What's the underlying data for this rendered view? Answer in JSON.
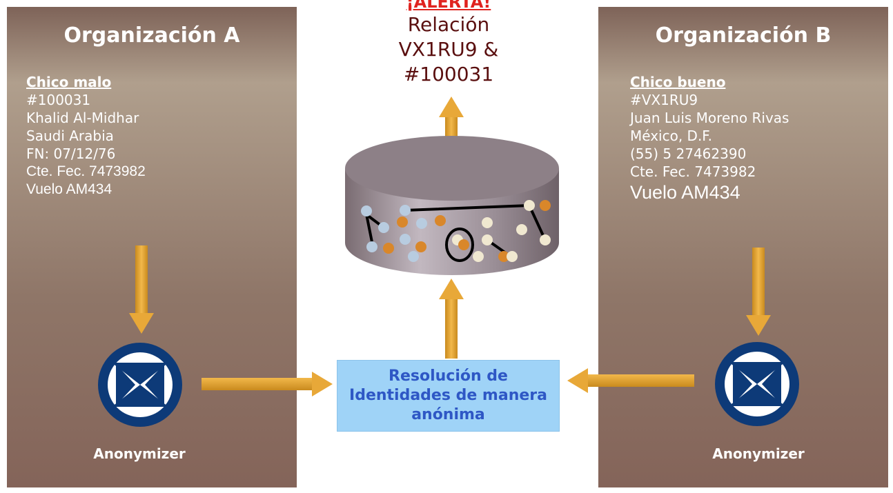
{
  "panel_a": {
    "title": "Organización A",
    "role": "Chico malo",
    "lines": [
      "#100031",
      "Khalid Al-Midhar",
      "Saudi Arabia",
      "FN: 07/12/76",
      "Cte. Fec. 7473982",
      "Vuelo AM434"
    ],
    "anonymizer": "Anonymizer"
  },
  "panel_b": {
    "title": "Organización B",
    "role": "Chico bueno",
    "lines": [
      "#VX1RU9",
      "Juan Luis Moreno Rivas",
      "México, D.F.",
      "(55) 5 27462390",
      "Cte. Fec. 7473982",
      "Vuelo AM434"
    ],
    "anonymizer": "Anonymizer"
  },
  "alert": {
    "title": "¡ALERTA!",
    "line1": "Relación",
    "line2": "VX1RU9 &",
    "line3": "#100031"
  },
  "resolution": {
    "label": "Resolución de Identidades de manera anónima"
  },
  "colors": {
    "panel_top": "#7e6358",
    "panel_mid": "#b09f8d",
    "arrow": "#e8a838",
    "anonymizer": "#0d3a78",
    "box": "#9fd3f7",
    "box_text": "#2e57c5",
    "alert_title": "#e0231f"
  },
  "icons": [
    "anonymizer-icon",
    "database-icon",
    "arrow-icon"
  ]
}
